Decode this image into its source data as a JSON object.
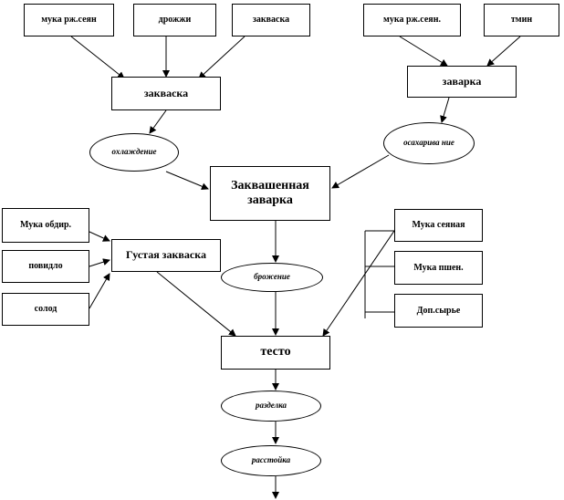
{
  "nodes": {
    "top_flour": "мука рж.сеян",
    "top_yeast": "дрожжи",
    "top_starter": "закваска",
    "top_flour2": "мука рж.сеян.",
    "top_cumin": "тмин",
    "zakvaska": "закваска",
    "zavarka": "заварка",
    "cooling": "охлаждение",
    "saccharification": "осахарива ние",
    "fermented_zavarka": "Заквашенная заварка",
    "flour_obdir": "Мука обдир.",
    "povidlo": "повидло",
    "solod": "солод",
    "thick_starter": "Густая закваска",
    "fermentation": "брожение",
    "flour_seyanaya": "Мука сеяная",
    "flour_wheat": "Мука пшен.",
    "extra_raw": "Доп.сырье",
    "dough": "тесто",
    "dividing": "разделка",
    "proofing": "расстойка"
  }
}
